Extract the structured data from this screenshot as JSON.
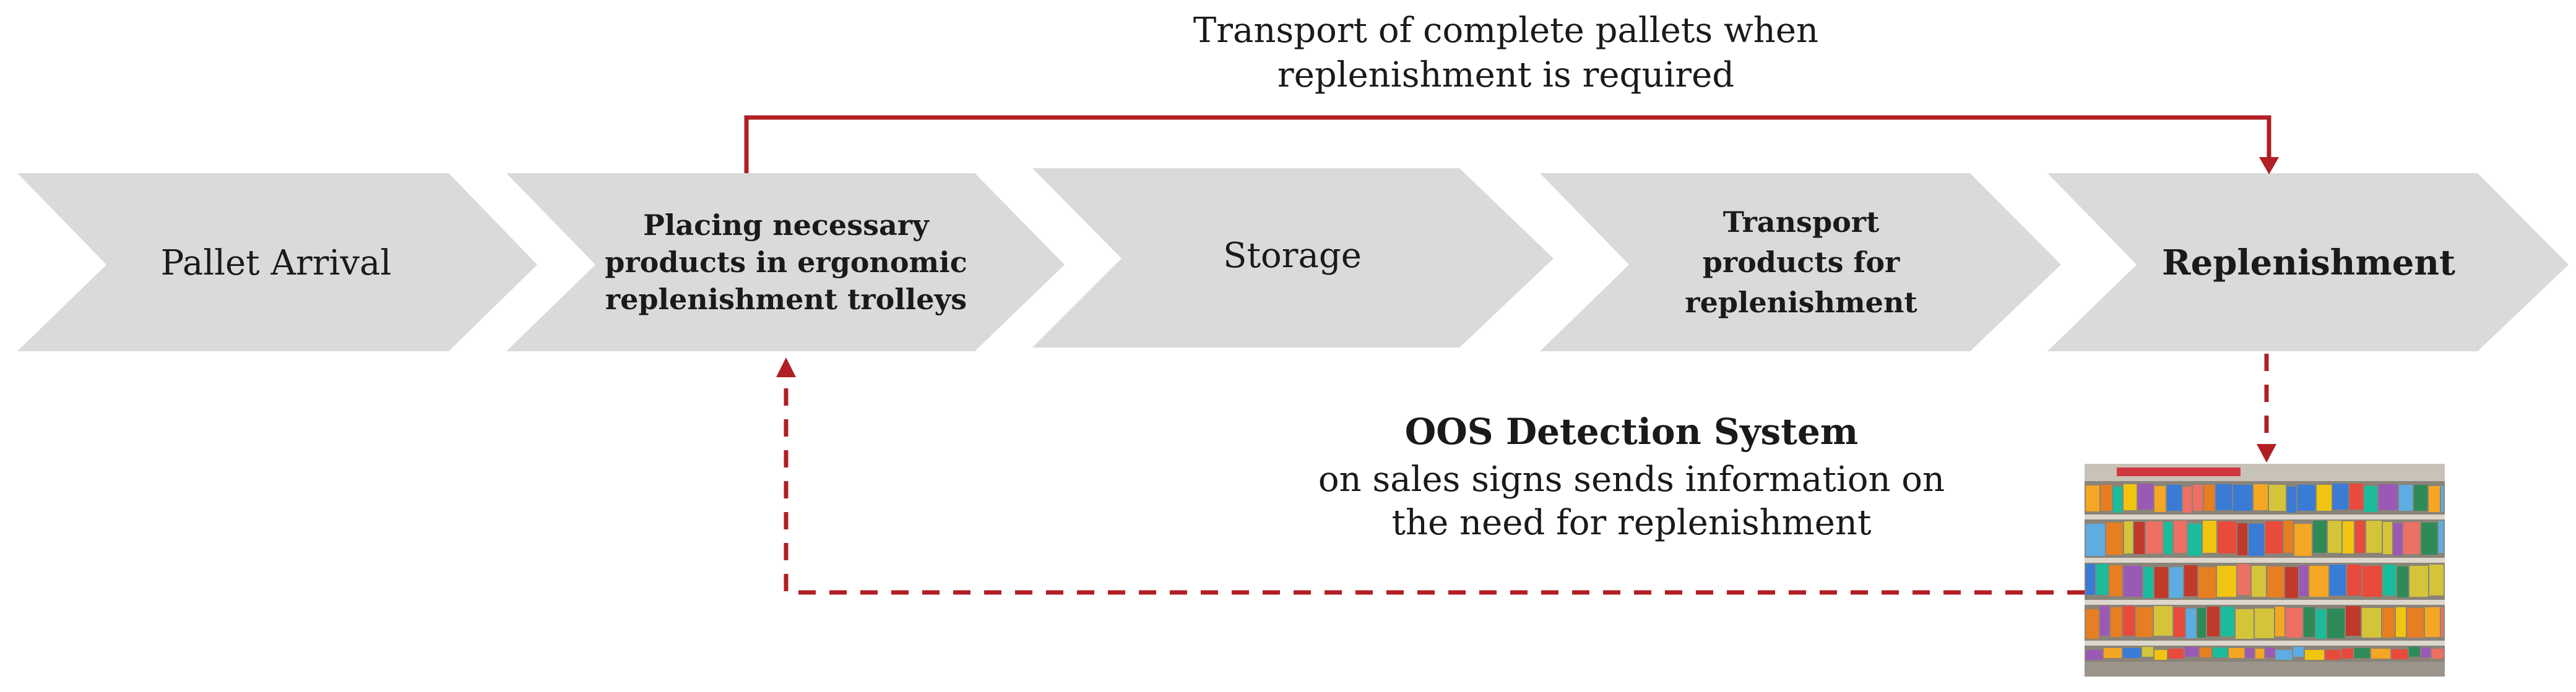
{
  "steps": {
    "pallet_arrival": "Pallet Arrival",
    "placing": [
      "Placing necessary",
      "products in ergonomic",
      "replenishment trolleys"
    ],
    "storage": "Storage",
    "transport": [
      "Transport",
      "products for",
      "replenishment"
    ],
    "replenishment": "Replenishment"
  },
  "top_flow": {
    "line1": "Transport of complete pallets when",
    "line2": "replenishment is required"
  },
  "oos": {
    "title": "OOS Detection System",
    "line1": "on sales signs sends information on",
    "line2": "the need for replenishment"
  },
  "colors": {
    "chevron": "#dadada",
    "arrow": "#b21e23"
  }
}
